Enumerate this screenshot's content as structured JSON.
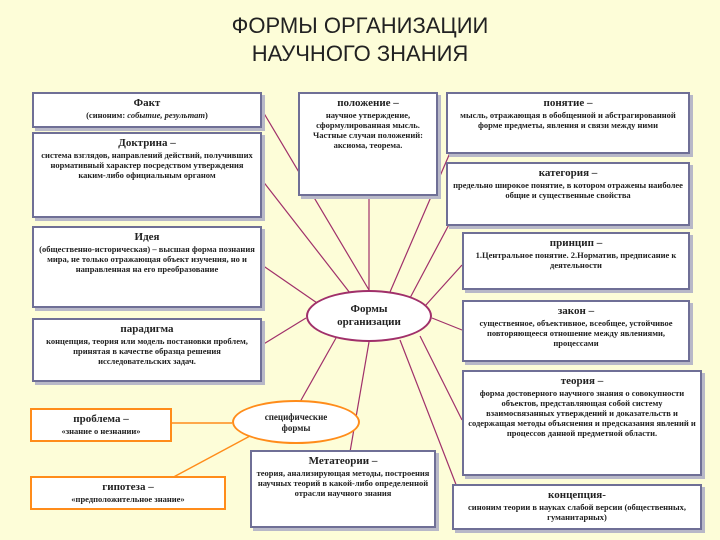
{
  "title": {
    "line1": "ФОРМЫ ОРГАНИЗАЦИИ",
    "line2": "НАУЧНОГО ЗНАНИЯ"
  },
  "center": {
    "line1": "Формы",
    "line2": "организации"
  },
  "specific": {
    "line1": "специфические",
    "line2": "формы"
  },
  "fact": {
    "head": "Факт",
    "text_pre": "(синоним: ",
    "text_it": "событие, результат",
    "text_post": ")"
  },
  "doctrine": {
    "head": "Доктрина –",
    "text": "система взглядов, направлений действий, получивших нормативный характер посредством утверждения каким-либо официальным органом"
  },
  "idea": {
    "head": "Идея",
    "text": "(общественно-историческая) – высшая форма познания мира, не только отражающая объект изучения, но и направленная на его преобразование"
  },
  "paradigm": {
    "head": "парадигма",
    "text": "концепция, теория или модель постановки проблем, принятая в качестве образца решения исследовательских задач."
  },
  "problem": {
    "head": "проблема –",
    "text": "«знание о незнании»"
  },
  "hypothesis": {
    "head": "гипотеза –",
    "text": "«предположительное знание»"
  },
  "proposition": {
    "head": "положение –",
    "text": "научное утверждение, сформулированная мысль. Частные случаи положений: аксиома, теорема."
  },
  "concept": {
    "head": "понятие –",
    "text": "мысль, отражающая в обобщенной и абстрагированной форме предметы, явления и связи между ними"
  },
  "category": {
    "head": "категория –",
    "text": "предельно широкое понятие, в котором отражены наиболее общие и существенные свойства"
  },
  "principle": {
    "head": "принцип –",
    "text": "1.Центральное понятие. 2.Норматив, предписание к деятельности"
  },
  "law": {
    "head": "закон –",
    "text": "существенное, объективное, всеобщее, устойчивое повторяющееся отношение между явлениями, процессами"
  },
  "theory": {
    "head": "теория –",
    "text": "форма достоверного научного знания о совокупности объектов, представляющая собой систему взаимосвязанных утверждений и доказательств и содержащая методы объяснения и предсказания явлений и процессов данной предметной области."
  },
  "metatheory": {
    "head": "Метатеории –",
    "text": "теория, анализирующая методы, построения научных теорий в какой-либо определенной отрасли научного знания"
  },
  "conception": {
    "head": "концепция-",
    "text": "синоним теории в науках слабой версии (общественных, гуманитарных)"
  },
  "colors": {
    "frame": "#6f6f96",
    "link": "#a0306a",
    "orange": "#ff8c1a",
    "background": "#fdfdd8"
  }
}
